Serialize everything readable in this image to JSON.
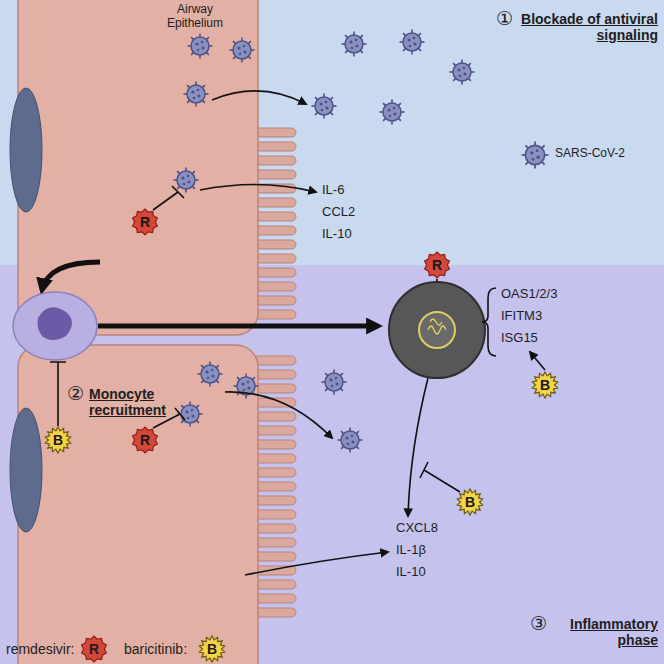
{
  "diagram": {
    "nodes": [
      {
        "text": [
          "R"
        ]
      },
      {
        "text": [
          "R"
        ]
      },
      {
        "text": [
          "R"
        ]
      },
      {
        "text": [
          "B"
        ]
      },
      {
        "text": [
          "B"
        ]
      },
      {
        "text": [
          "B"
        ]
      }
    ],
    "labels": [
      "Airway Epithelium",
      "①",
      "Blockade of antiviral signaling",
      "SARS-CoV-2",
      "IL-6",
      "CCL2",
      "IL-10",
      "②",
      "Monocyte recruitment",
      "OAS1/2/3",
      "IFITM3",
      "ISG15",
      "CXCL8",
      "IL-1β",
      "IL-10",
      "③",
      "Inflammatory phase",
      "R",
      "B"
    ],
    "legend": [
      {
        "text": "remdesivir:"
      },
      {
        "text": "baricitinib:"
      }
    ]
  }
}
